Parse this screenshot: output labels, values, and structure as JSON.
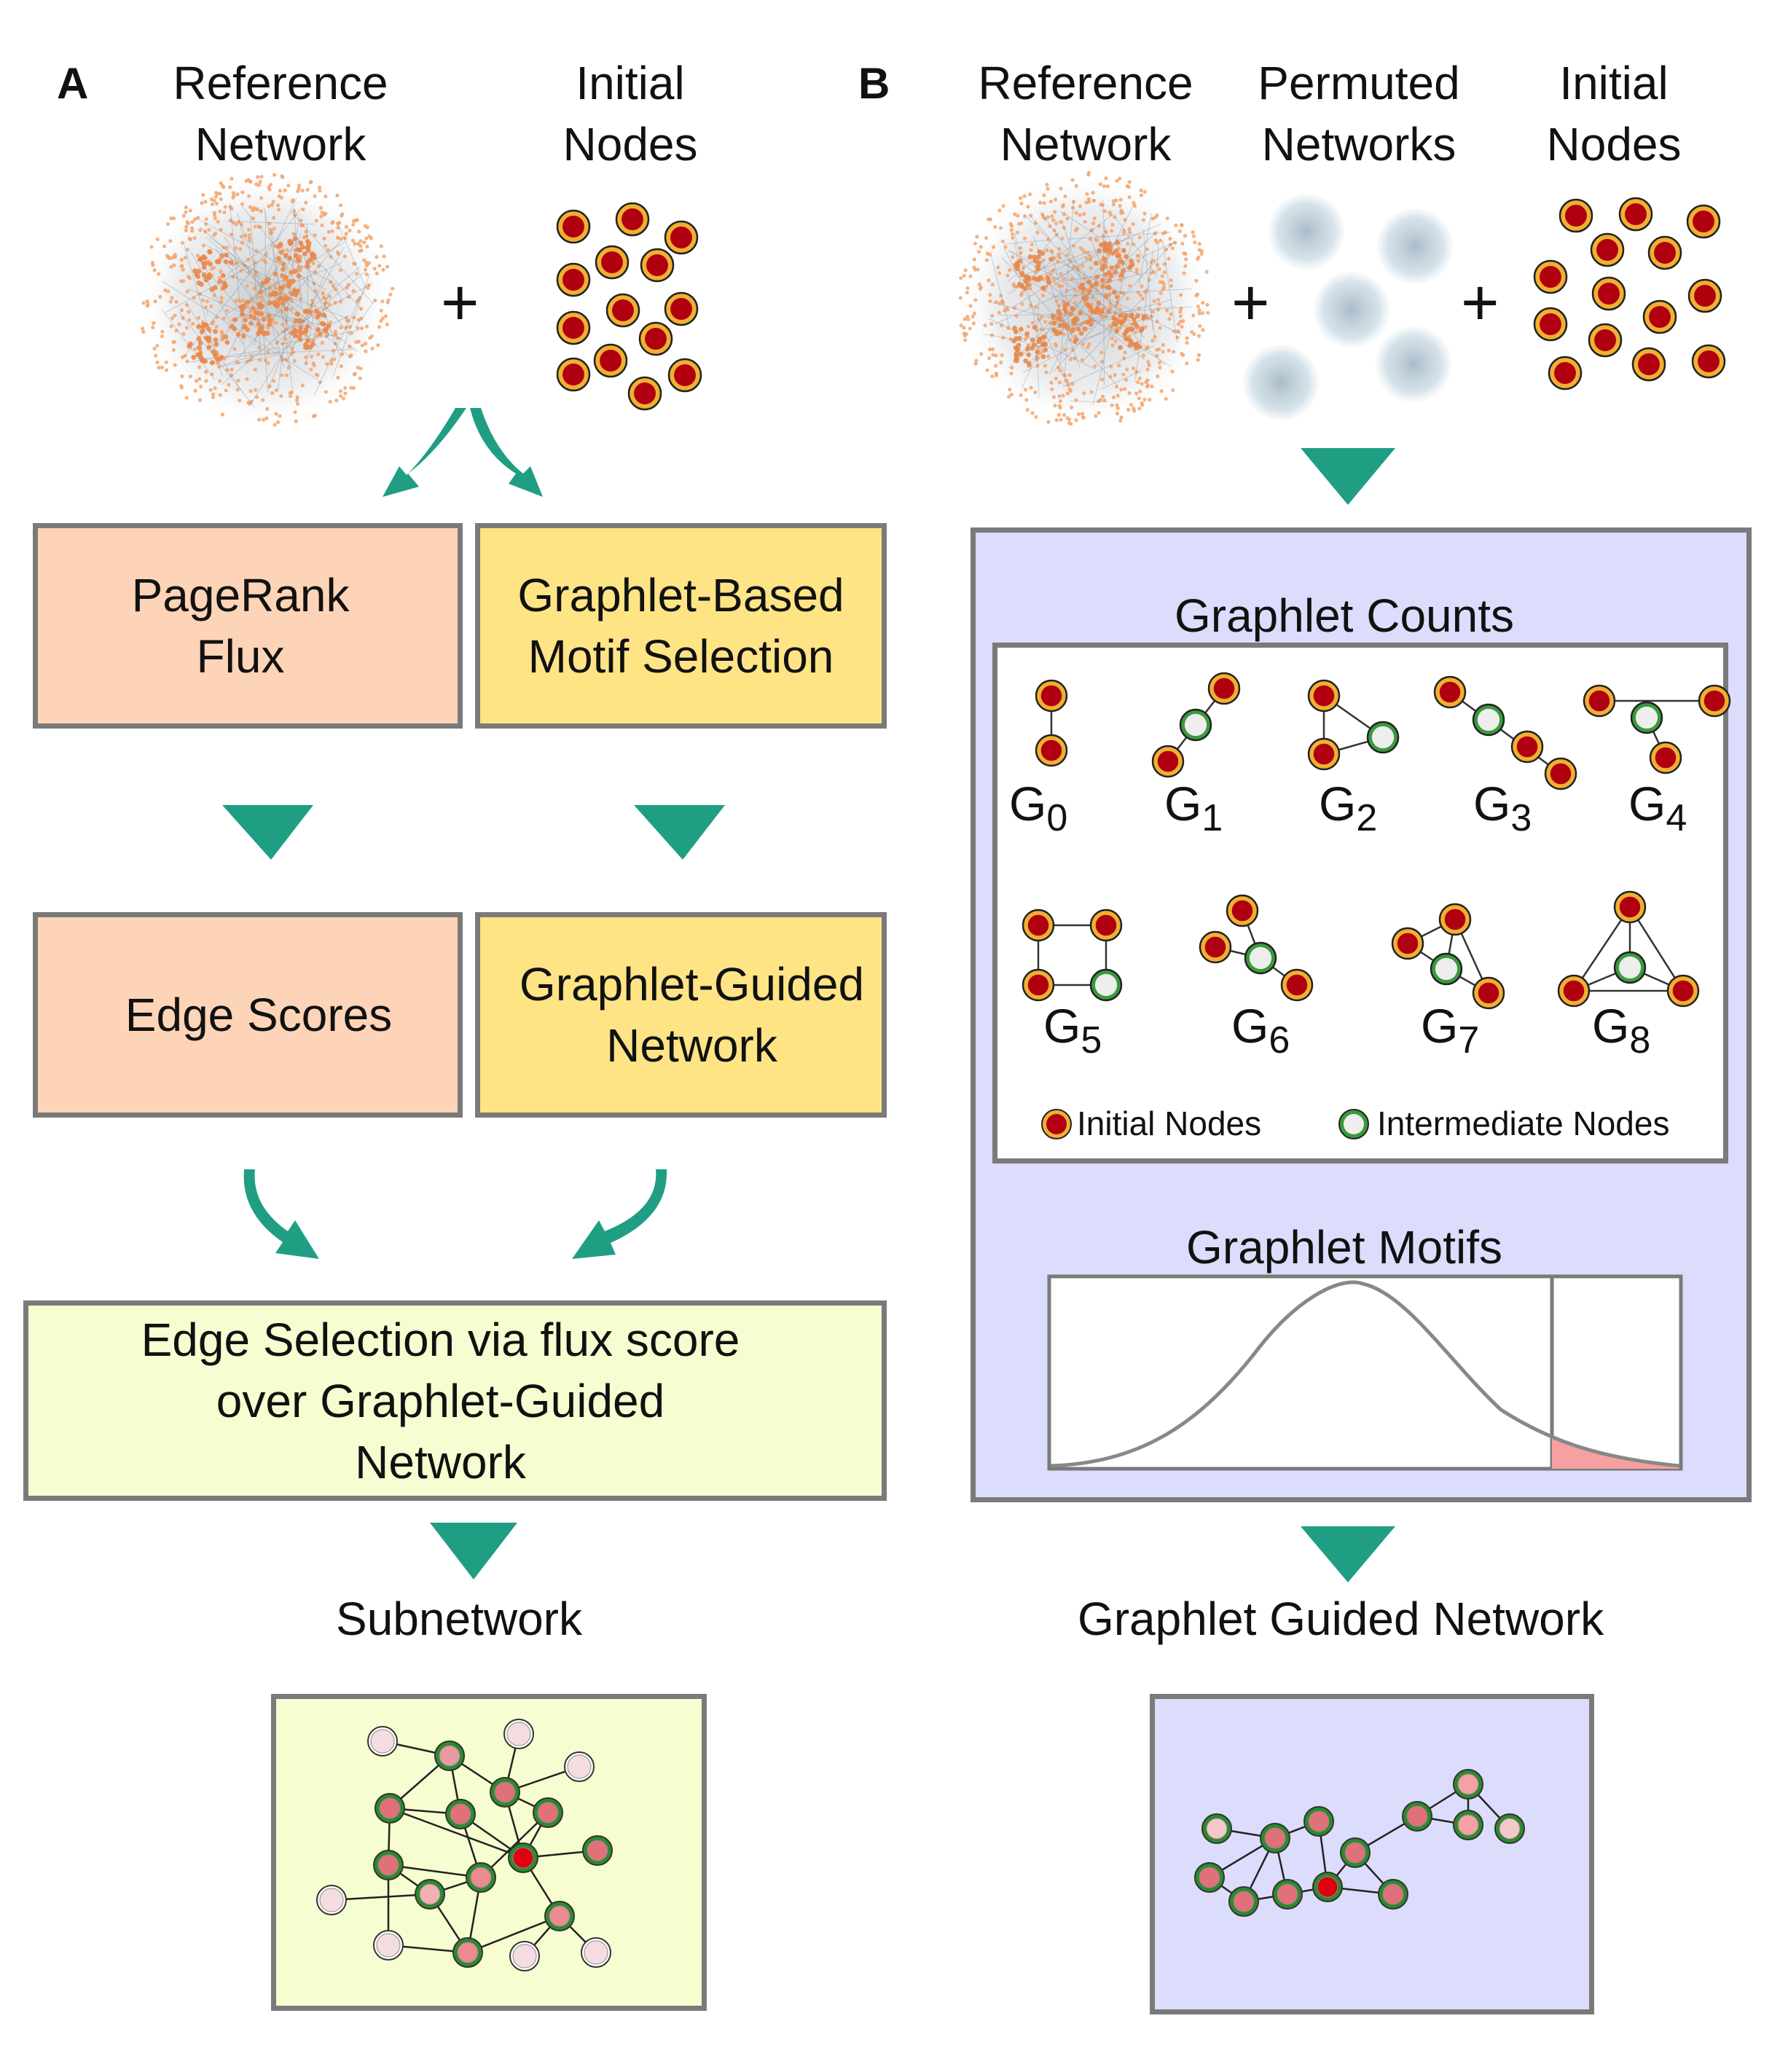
{
  "panel_a": {
    "letter": "A",
    "reference_label": "Reference\nNetwork",
    "initial_label": "Initial\nNodes",
    "plus": "+",
    "pagerank_label": "PageRank\nFlux",
    "motif_selection_label": "Graphlet-Based\nMotif Selection",
    "edge_scores_label": "Edge Scores",
    "guided_network_label": "Graphlet-Guided\nNetwork",
    "edge_selection_label": "Edge Selection via flux score\nover Graphlet-Guided\nNetwork",
    "subnetwork_label": "Subnetwork"
  },
  "panel_b": {
    "letter": "B",
    "reference_label": "Reference\nNetwork",
    "permuted_label": "Permuted\nNetworks",
    "initial_label": "Initial\nNodes",
    "plus": "+",
    "graphlet_counts_title": "Graphlet Counts",
    "graphlets": [
      {
        "base": "G",
        "sub": "0"
      },
      {
        "base": "G",
        "sub": "1"
      },
      {
        "base": "G",
        "sub": "2"
      },
      {
        "base": "G",
        "sub": "3"
      },
      {
        "base": "G",
        "sub": "4"
      },
      {
        "base": "G",
        "sub": "5"
      },
      {
        "base": "G",
        "sub": "6"
      },
      {
        "base": "G",
        "sub": "7"
      },
      {
        "base": "G",
        "sub": "8"
      }
    ],
    "legend_initial": "Initial Nodes",
    "legend_intermediate": "Intermediate Nodes",
    "graphlet_motifs_title": "Graphlet Motifs",
    "output_label": "Graphlet Guided Network"
  },
  "colors": {
    "arrow": "#1f9e84",
    "initial_node_fill": "#b00010",
    "initial_node_ring": "#f0b030",
    "intermediate_node_fill": "#eeeeee",
    "intermediate_node_ring": "#3a9a3a",
    "hub_color": "#f4a46c",
    "permuted_color": "#a8c4d8",
    "box_border": "#7a7a7a",
    "tail_fill": "#f7a0a0"
  }
}
